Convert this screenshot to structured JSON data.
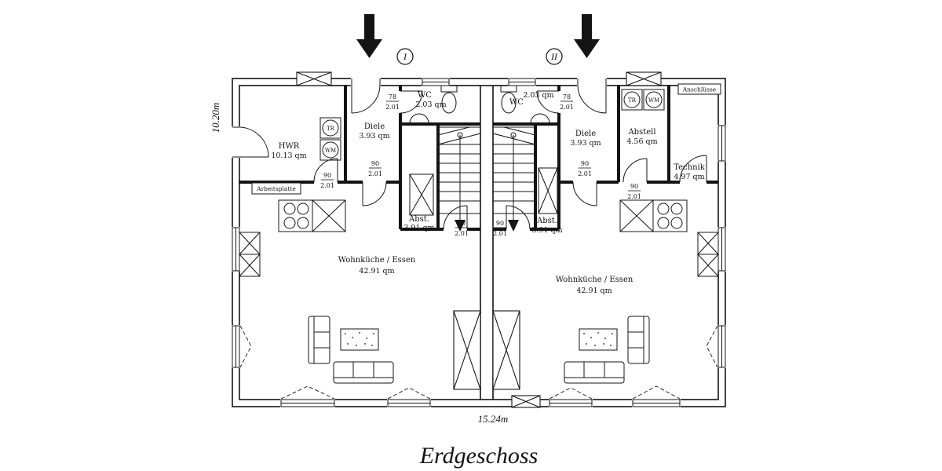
{
  "title": "Erdgeschoss",
  "dimensions": {
    "height": "10.20m",
    "width": "15.24m"
  },
  "entrances": {
    "left": "I",
    "right": "II"
  },
  "left_unit": {
    "hwr_name": "HWR",
    "hwr_area": "10.13 qm",
    "diele_name": "Diele",
    "diele_area": "3.93 qm",
    "wc_name": "WC",
    "wc_area": "2.03 qm",
    "abst_name": "Abst.",
    "abst_area": "3.91 qm",
    "wohn_name": "Wohnküche / Essen",
    "wohn_area": "42.91 qm",
    "worktop": "Arbeitsplatte",
    "dryer": "TR",
    "washer": "WM"
  },
  "right_unit": {
    "wc_name": "WC",
    "wc_area": "2.03 qm",
    "diele_name": "Diele",
    "diele_area": "3.93 qm",
    "abstell_name": "Abstell",
    "abstell_area": "4.56 qm",
    "technik_name": "Technik",
    "technik_area": "4.97 qm",
    "abst_name": "Abst.",
    "abst_area": "3.91 qm",
    "wohn_name": "Wohnküche / Essen",
    "wohn_area": "42.91 qm",
    "connections": "Anschlüsse",
    "dryer": "TR",
    "washer": "WM"
  },
  "door_labels": {
    "d78_top": "78",
    "d78_bottom": "2.01",
    "d90_top": "90",
    "d90_bottom": "2.01"
  },
  "colors": {
    "line": "#141414",
    "background": "#ffffff"
  }
}
